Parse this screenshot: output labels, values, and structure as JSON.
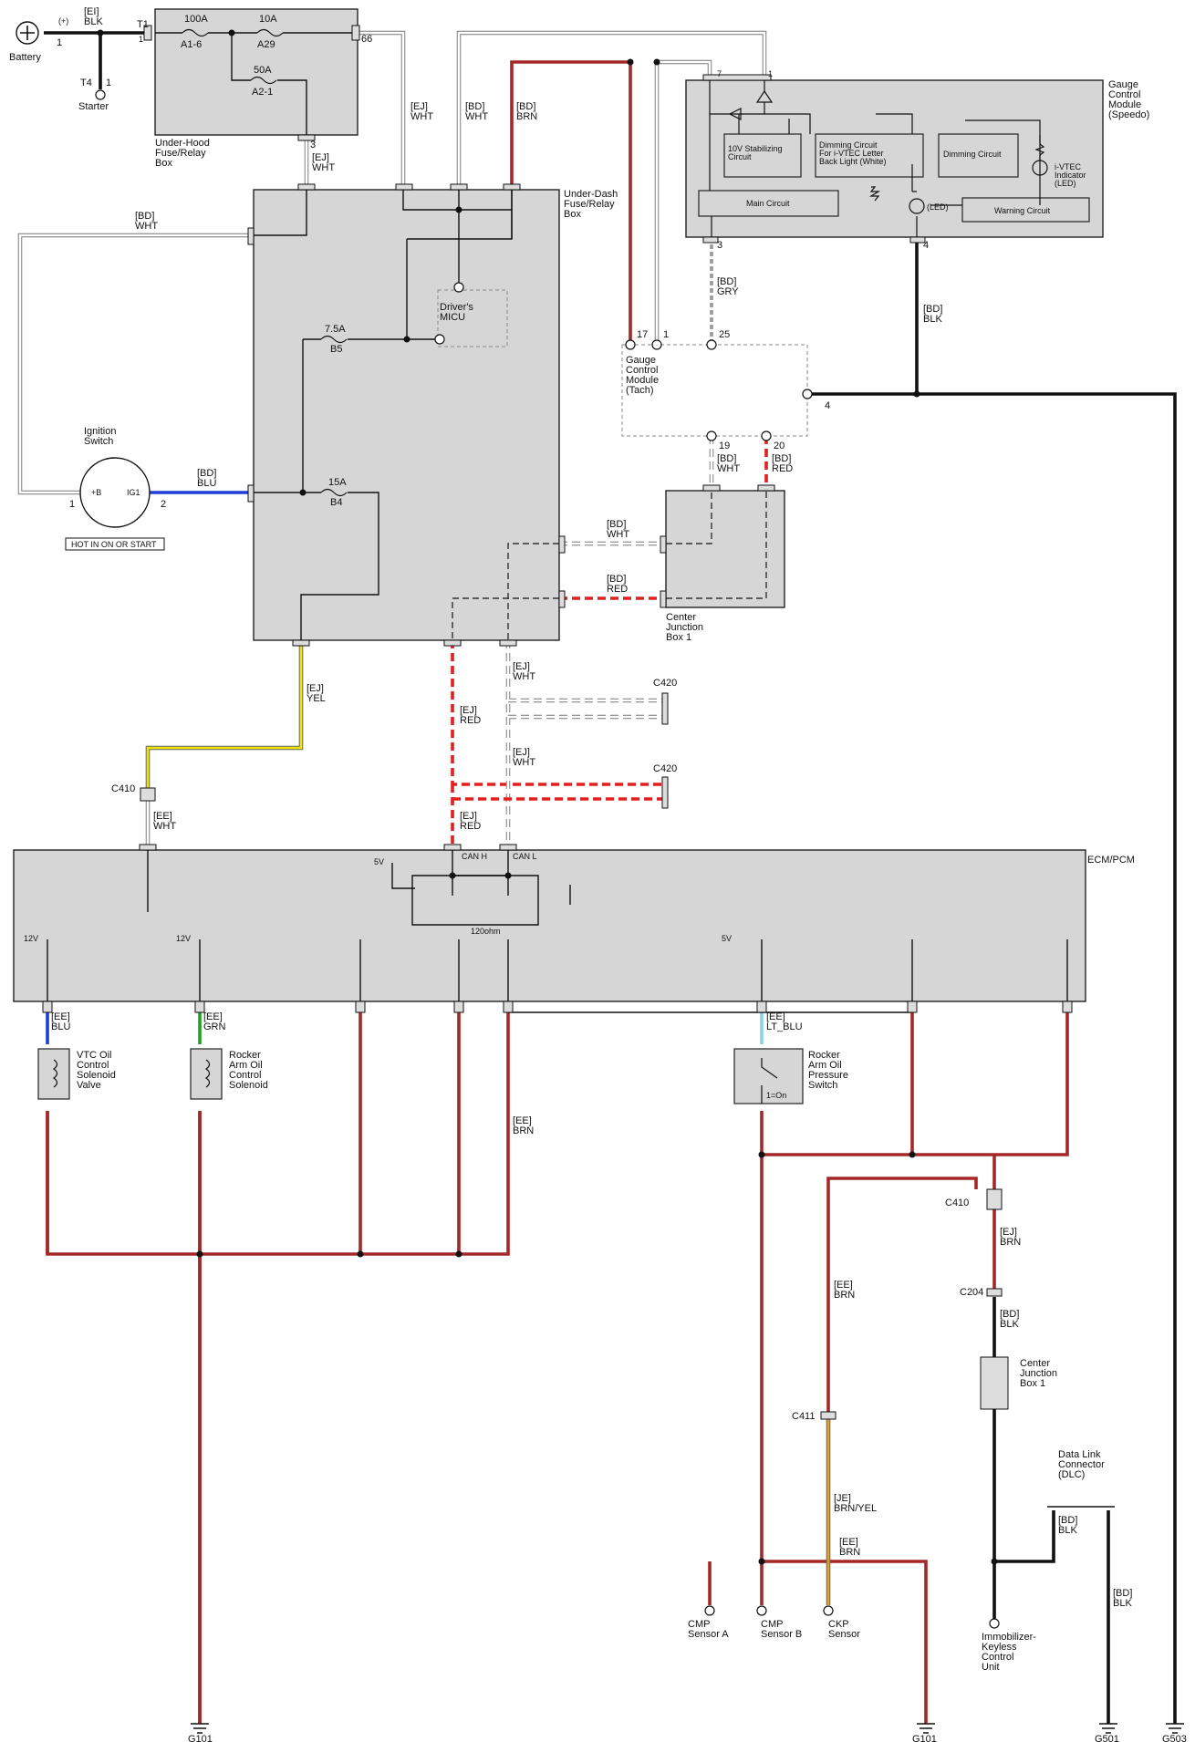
{
  "battery": {
    "label": "Battery",
    "polarity": "(+)",
    "wire": "[EI]\nBLK",
    "pin": "1"
  },
  "starter": {
    "label": "Starter",
    "terminal": "T4",
    "pin": "1"
  },
  "underhood": {
    "title": "Under-Hood\nFuse/Relay\nBox",
    "t1": "T1",
    "t1pin": "1",
    "f1": "100A",
    "f1id": "A1-6",
    "f2": "10A",
    "f2id": "A29",
    "f3": "50A",
    "f3id": "A2-1",
    "pin66": "66",
    "pin3": "3"
  },
  "underdash": {
    "title": "Under-Dash\nFuse/Relay\nBox",
    "fB5": "7.5A",
    "fB5id": "B5",
    "fB4": "15A",
    "fB4id": "B4",
    "micu": "Driver's\nMICU"
  },
  "gauge_speedo": {
    "title": "Gauge\nControl\nModule\n(Speedo)",
    "stab": "10V Stabilizing\nCircuit",
    "dimletter": "Dimming Circuit\nFor i-VTEC Letter\nBack Light (White)",
    "dim": "Dimming Circuit",
    "main": "Main Circuit",
    "warning": "Warning Circuit",
    "led": "(LED)",
    "ivtec": "i-VTEC\nIndicator\n(LED)",
    "p7": "7",
    "p1": "1",
    "p3": "3",
    "p4": "4"
  },
  "gauge_tach": {
    "title": "Gauge\nControl\nModule\n(Tach)",
    "p17": "17",
    "p1": "1",
    "p25": "25",
    "p4": "4",
    "p19": "19",
    "p20": "20"
  },
  "ignition": {
    "title": "Ignition\nSwitch",
    "plusb": "+B",
    "ig1": "IG1",
    "p1": "1",
    "p2": "2",
    "hot": "HOT IN ON OR START"
  },
  "cjb1": {
    "title": "Center\nJunction\nBox 1"
  },
  "cjb1b": {
    "title": "Center\nJunction\nBox 1"
  },
  "ecm": {
    "title": "ECM/PCM",
    "v5": "5V",
    "canh": "CAN H",
    "canl": "CAN L",
    "ohm": "120ohm",
    "v12a": "12V",
    "v12b": "12V",
    "v5b": "5V"
  },
  "wires": {
    "w_ej_wht1": "[EJ]\nWHT",
    "w_bd_wht1": "[BD]\nWHT",
    "w_bd_brn": "[BD]\nBRN",
    "w_ej_wht2": "[EJ]\nWHT",
    "w_bd_wht_ign": "[BD]\nWHT",
    "w_bd_blu": "[BD]\nBLU",
    "w_bd_gry": "[BD]\nGRY",
    "w_bd_blk": "[BD]\nBLK",
    "w_bd_wht_p": "[BD]\nWHT",
    "w_bd_red_p": "[BD]\nRED",
    "w_bd_wht_h": "[BD]\nWHT",
    "w_bd_red_h": "[BD]\nRED",
    "w_ej_yel": "[EJ]\nYEL",
    "w_ee_wht": "[EE]\nWHT",
    "w_ej_red1": "[EJ]\nRED",
    "w_ej_wht3": "[EJ]\nWHT",
    "w_ej_wht4": "[EJ]\nWHT",
    "w_ej_red2": "[EJ]\nRED",
    "w_ee_blu": "[EE]\nBLU",
    "w_ee_grn": "[EE]\nGRN",
    "w_ee_ltblu": "[EE]\nLT_BLU",
    "w_ee_brn1": "[EE]\nBRN",
    "w_ej_brn": "[EJ]\nBRN",
    "w_bd_blk2": "[BD]\nBLK",
    "w_ee_brn2": "[EE]\nBRN",
    "w_je_brnyel": "[JE]\nBRN/YEL",
    "w_ee_brn3": "[EE]\nBRN",
    "w_bd_blk3": "[BD]\nBLK",
    "w_bd_blk4": "[BD]\nBLK"
  },
  "connectors": {
    "c420a": "C420",
    "c420b": "C420",
    "c410a": "C410",
    "c410b": "C410",
    "c204": "C204",
    "c411": "C411"
  },
  "components": {
    "vtc": "VTC Oil\nControl\nSolenoid\nValve",
    "rocker": "Rocker\nArm Oil\nControl\nSolenoid",
    "rps": "Rocker\nArm Oil\nPressure\nSwitch",
    "rps_state": "1=On",
    "cmpa": "CMP\nSensor A",
    "cmpb": "CMP\nSensor B",
    "ckp": "CKP\nSensor",
    "imm": "Immobilizer-\nKeyless\nControl\nUnit",
    "dlc": "Data Link\nConnector\n(DLC)"
  },
  "grounds": {
    "g101a": "G101",
    "g101b": "G101",
    "g501": "G501",
    "g503": "G503"
  }
}
